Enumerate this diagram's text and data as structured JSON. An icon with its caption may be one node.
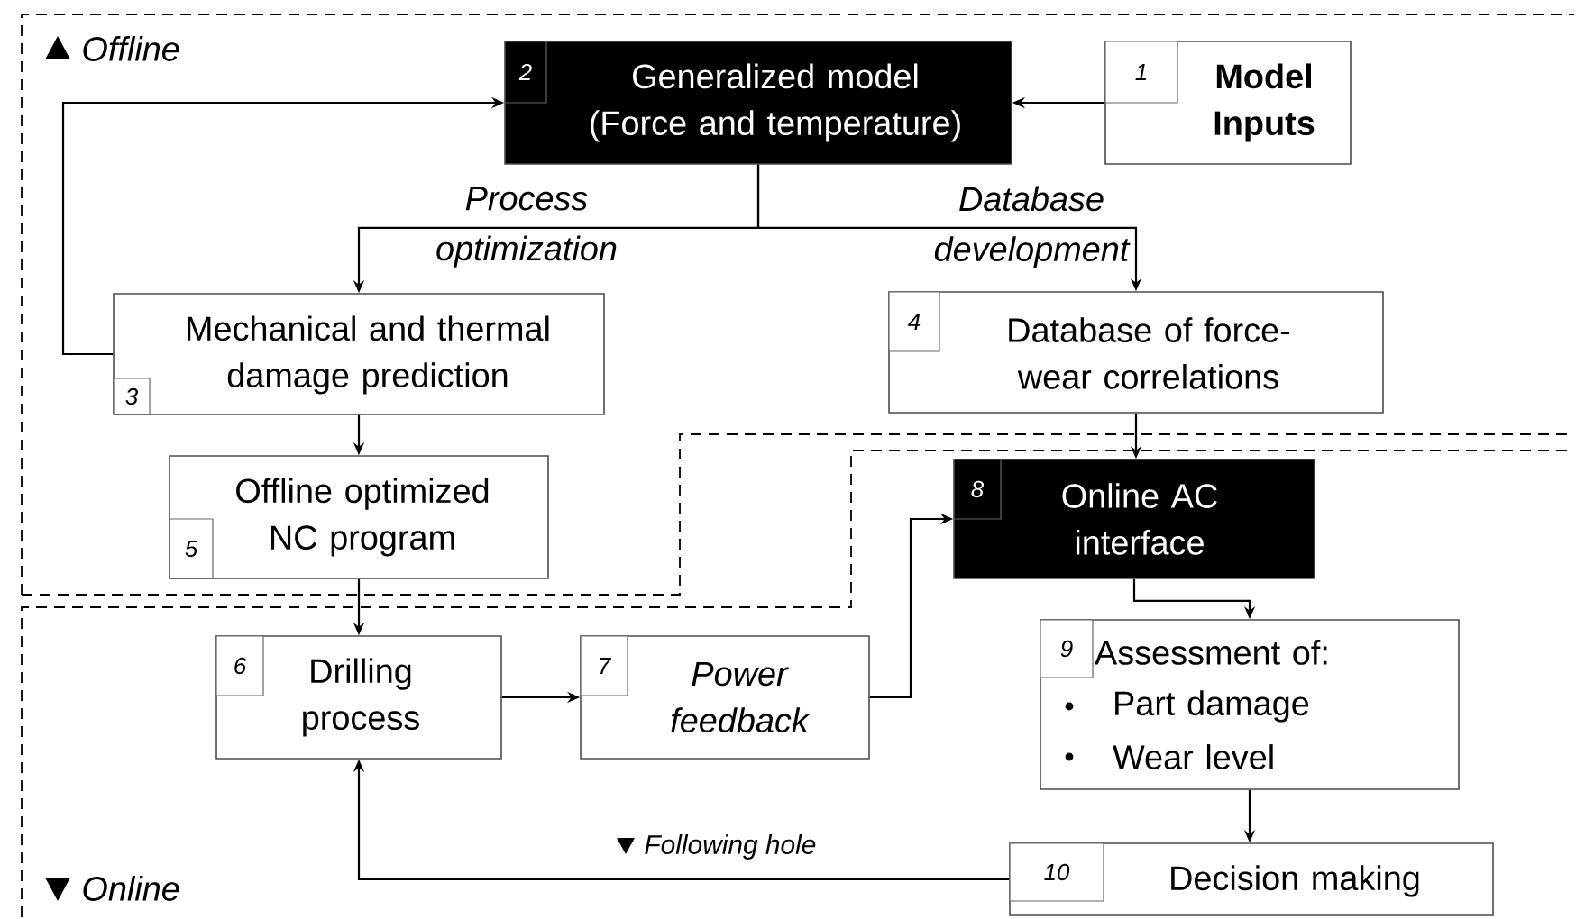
{
  "diagram": {
    "nodes": [
      {
        "text": [
          "1",
          "Model Inputs"
        ]
      },
      {
        "text": [
          "2",
          "Generalized model (Force and temperature)"
        ]
      },
      {
        "text": [
          "3",
          "Mechanical and thermal damage prediction"
        ]
      },
      {
        "text": [
          "4",
          "Database of force-wear correlations"
        ]
      },
      {
        "text": [
          "5",
          "Offline optimized NC program"
        ]
      },
      {
        "text": [
          "6",
          "Drilling process"
        ]
      },
      {
        "text": [
          "7",
          "Power feedback"
        ]
      },
      {
        "text": [
          "8",
          "Online AC interface"
        ]
      },
      {
        "text": [
          "9",
          "Assessment of:",
          "Part damage",
          "Wear level"
        ]
      },
      {
        "text": [
          "10",
          "Decision making"
        ]
      }
    ],
    "edges": [
      {
        "from": 0,
        "to": 1,
        "arrow": "to"
      },
      {
        "from": 1,
        "to": 2,
        "arrow": "to",
        "label": "Process optimization"
      },
      {
        "from": 1,
        "to": 3,
        "arrow": "to",
        "label": "Database development"
      },
      {
        "from": 2,
        "to": 1,
        "arrow": "to"
      },
      {
        "from": 2,
        "to": 4,
        "arrow": "to"
      },
      {
        "from": 3,
        "to": 7,
        "arrow": "to"
      },
      {
        "from": 4,
        "to": 5,
        "arrow": "to"
      },
      {
        "from": 5,
        "to": 6,
        "arrow": "to"
      },
      {
        "from": 6,
        "to": 7,
        "arrow": "to"
      },
      {
        "from": 7,
        "to": 8,
        "arrow": "to"
      },
      {
        "from": 8,
        "to": 9,
        "arrow": "to"
      },
      {
        "from": 9,
        "to": 5,
        "arrow": "to",
        "label": "Following hole"
      }
    ],
    "labels": [
      "Offline",
      "Online"
    ]
  }
}
